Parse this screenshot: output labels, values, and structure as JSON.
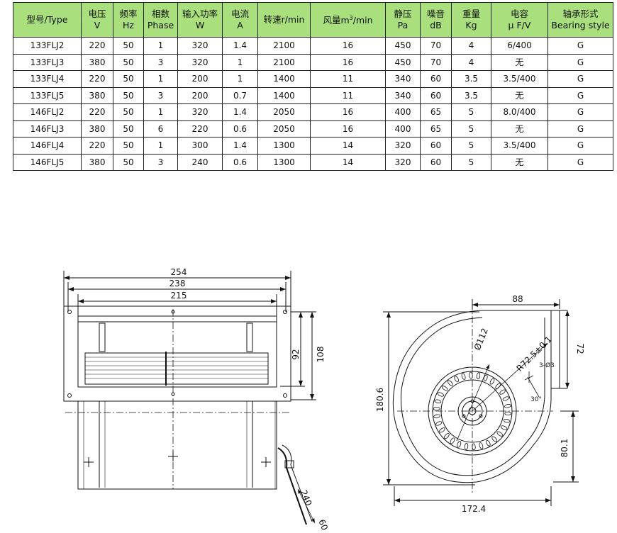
{
  "table": {
    "headers": [
      {
        "l1": "型号/Type",
        "l2": ""
      },
      {
        "l1": "电压",
        "l2": "V"
      },
      {
        "l1": "频率",
        "l2": "Hz"
      },
      {
        "l1": "相数",
        "l2": "Phase"
      },
      {
        "l1": "输入功率",
        "l2": "W"
      },
      {
        "l1": "电流",
        "l2": "A"
      },
      {
        "l1": "转速r/min",
        "l2": ""
      },
      {
        "l1": "风量m",
        "sup": "3",
        "l1b": "/min",
        "l2": ""
      },
      {
        "l1": "静压",
        "l2": "Pa"
      },
      {
        "l1": "噪音",
        "l2": "dB"
      },
      {
        "l1": "重量",
        "l2": "Kg"
      },
      {
        "l1": "电容",
        "l2": "μ F/V"
      },
      {
        "l1": "轴承形式",
        "l2": "Bearing style"
      }
    ],
    "rows": [
      [
        "133FLJ2",
        "220",
        "50",
        "1",
        "320",
        "1.4",
        "2100",
        "16",
        "450",
        "70",
        "4",
        "6/400",
        "G"
      ],
      [
        "133FLJ3",
        "380",
        "50",
        "3",
        "320",
        "1",
        "2100",
        "16",
        "450",
        "70",
        "4",
        "无",
        "G"
      ],
      [
        "133FLJ4",
        "220",
        "50",
        "1",
        "200",
        "1",
        "1400",
        "11",
        "340",
        "60",
        "3.5",
        "3.5/400",
        "G"
      ],
      [
        "133FLJ5",
        "380",
        "50",
        "3",
        "200",
        "0.7",
        "1400",
        "11",
        "340",
        "60",
        "3.5",
        "无",
        "G"
      ],
      [
        "146FLJ2",
        "220",
        "50",
        "1",
        "320",
        "1.4",
        "2050",
        "16",
        "400",
        "65",
        "5",
        "8.0/400",
        "G"
      ],
      [
        "146FLJ3",
        "380",
        "50",
        "6",
        "220",
        "0.6",
        "2050",
        "16",
        "400",
        "65",
        "5",
        "无",
        "G"
      ],
      [
        "146FLJ4",
        "220",
        "50",
        "1",
        "300",
        "1.4",
        "1300",
        "14",
        "320",
        "60",
        "5",
        "3.5/400",
        "G"
      ],
      [
        "146FLJ5",
        "380",
        "50",
        "3",
        "240",
        "0.6",
        "1300",
        "14",
        "320",
        "60",
        "5",
        "无",
        "G"
      ]
    ]
  },
  "drawing": {
    "front": {
      "d254": "254",
      "d238": "238",
      "d215": "215",
      "d92": "92",
      "d108": "108",
      "d240": "240",
      "d60": "60"
    },
    "side": {
      "d88": "88",
      "d72": "72",
      "d180_6": "180.6",
      "d172_4": "172.4",
      "d80_1": "80.1",
      "d112": "Ø112",
      "r72_5": "R72.5±0.1",
      "hole": "3-Ø3",
      "ang": "30°"
    }
  },
  "colors": {
    "header_bg": "#a9df7d",
    "line": "#222222"
  }
}
